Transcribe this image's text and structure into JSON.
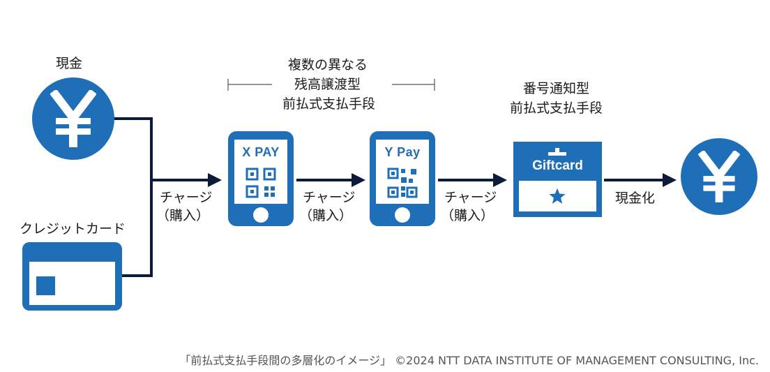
{
  "nodes": {
    "cash_label": "現金",
    "credit_label": "クレジットカード",
    "multi_label": [
      "複数の異なる",
      "残高譲渡型",
      "前払式支払手段"
    ],
    "number_label": [
      "番号通知型",
      "前払式支払手段"
    ],
    "xpay_title": "X PAY",
    "ypay_title": "Y Pay",
    "giftcard_title": "Giftcard",
    "yen_symbol": "¥"
  },
  "edges": {
    "charge_1": [
      "チャージ",
      "（購入）"
    ],
    "charge_2": [
      "チャージ",
      "（購入）"
    ],
    "charge_3": [
      "チャージ",
      "（購入）"
    ],
    "cashout": "現金化"
  },
  "caption": "「前払式支払手段間の多層化のイメージ」 ©2024 NTT DATA INSTITUTE OF MANAGEMENT CONSULTING, Inc.",
  "colors": {
    "accent": "#1f6fb8",
    "arrow": "#0d1b3a",
    "text": "#1a1a1a"
  },
  "icons": [
    "yen-icon",
    "credit-card-icon",
    "smartphone-icon",
    "qr-code-icon",
    "gift-card-icon",
    "star-icon"
  ]
}
